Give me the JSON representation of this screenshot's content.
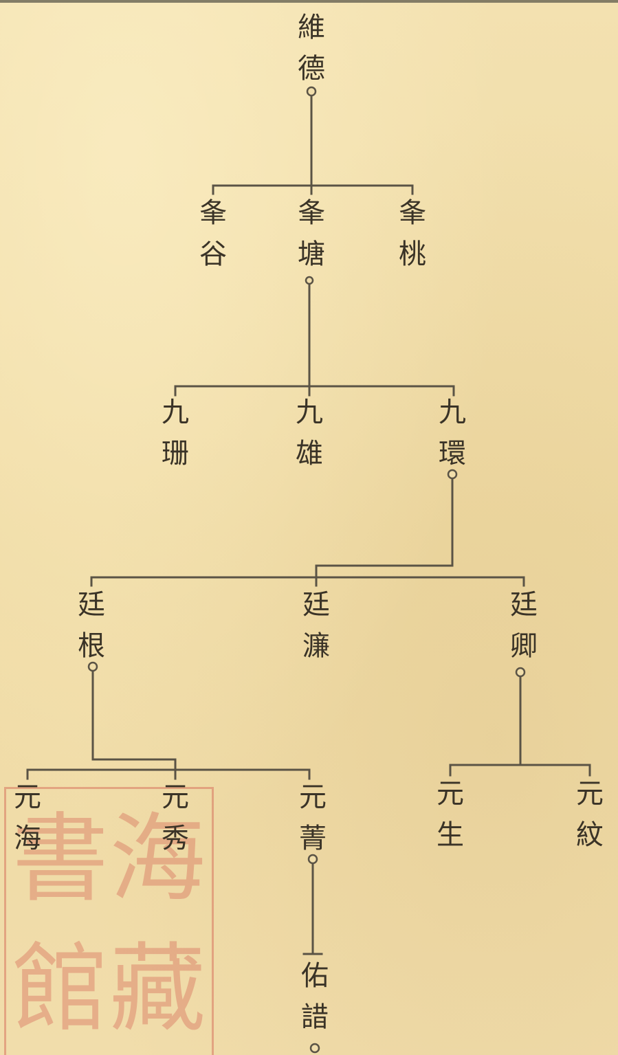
{
  "genealogy": {
    "gen1": [
      {
        "id": "weide",
        "chars": [
          "維",
          "德"
        ]
      }
    ],
    "gen2": [
      {
        "id": "fenggu",
        "chars": [
          "夆",
          "谷"
        ]
      },
      {
        "id": "fengtang",
        "chars": [
          "夆",
          "塘"
        ]
      },
      {
        "id": "fengtao",
        "chars": [
          "夆",
          "桃"
        ]
      }
    ],
    "gen3": [
      {
        "id": "jiushan",
        "chars": [
          "九",
          "珊"
        ]
      },
      {
        "id": "jiuxiong",
        "chars": [
          "九",
          "雄"
        ]
      },
      {
        "id": "jiuhuan",
        "chars": [
          "九",
          "環"
        ]
      }
    ],
    "gen4": [
      {
        "id": "tinggen",
        "chars": [
          "廷",
          "根"
        ]
      },
      {
        "id": "tinglian",
        "chars": [
          "廷",
          "濂"
        ]
      },
      {
        "id": "tingqing",
        "chars": [
          "廷",
          "卿"
        ]
      }
    ],
    "gen5": [
      {
        "id": "yuanhai",
        "chars": [
          "元",
          "海"
        ]
      },
      {
        "id": "yuanxiu",
        "chars": [
          "元",
          "秀"
        ]
      },
      {
        "id": "yuanjing",
        "chars": [
          "元",
          "菁"
        ]
      },
      {
        "id": "yuansheng",
        "chars": [
          "元",
          "生"
        ]
      },
      {
        "id": "yuanwen",
        "chars": [
          "元",
          "紋"
        ]
      }
    ],
    "gen6": [
      {
        "id": "youzhe",
        "chars": [
          "佑",
          "諎"
        ]
      }
    ]
  },
  "seal": {
    "chars": [
      "書",
      "海",
      "館",
      "藏"
    ],
    "color": "#d0564a"
  },
  "colors": {
    "paper": "#f1deab",
    "ink": "#3a3327",
    "line": "#5a5345"
  }
}
